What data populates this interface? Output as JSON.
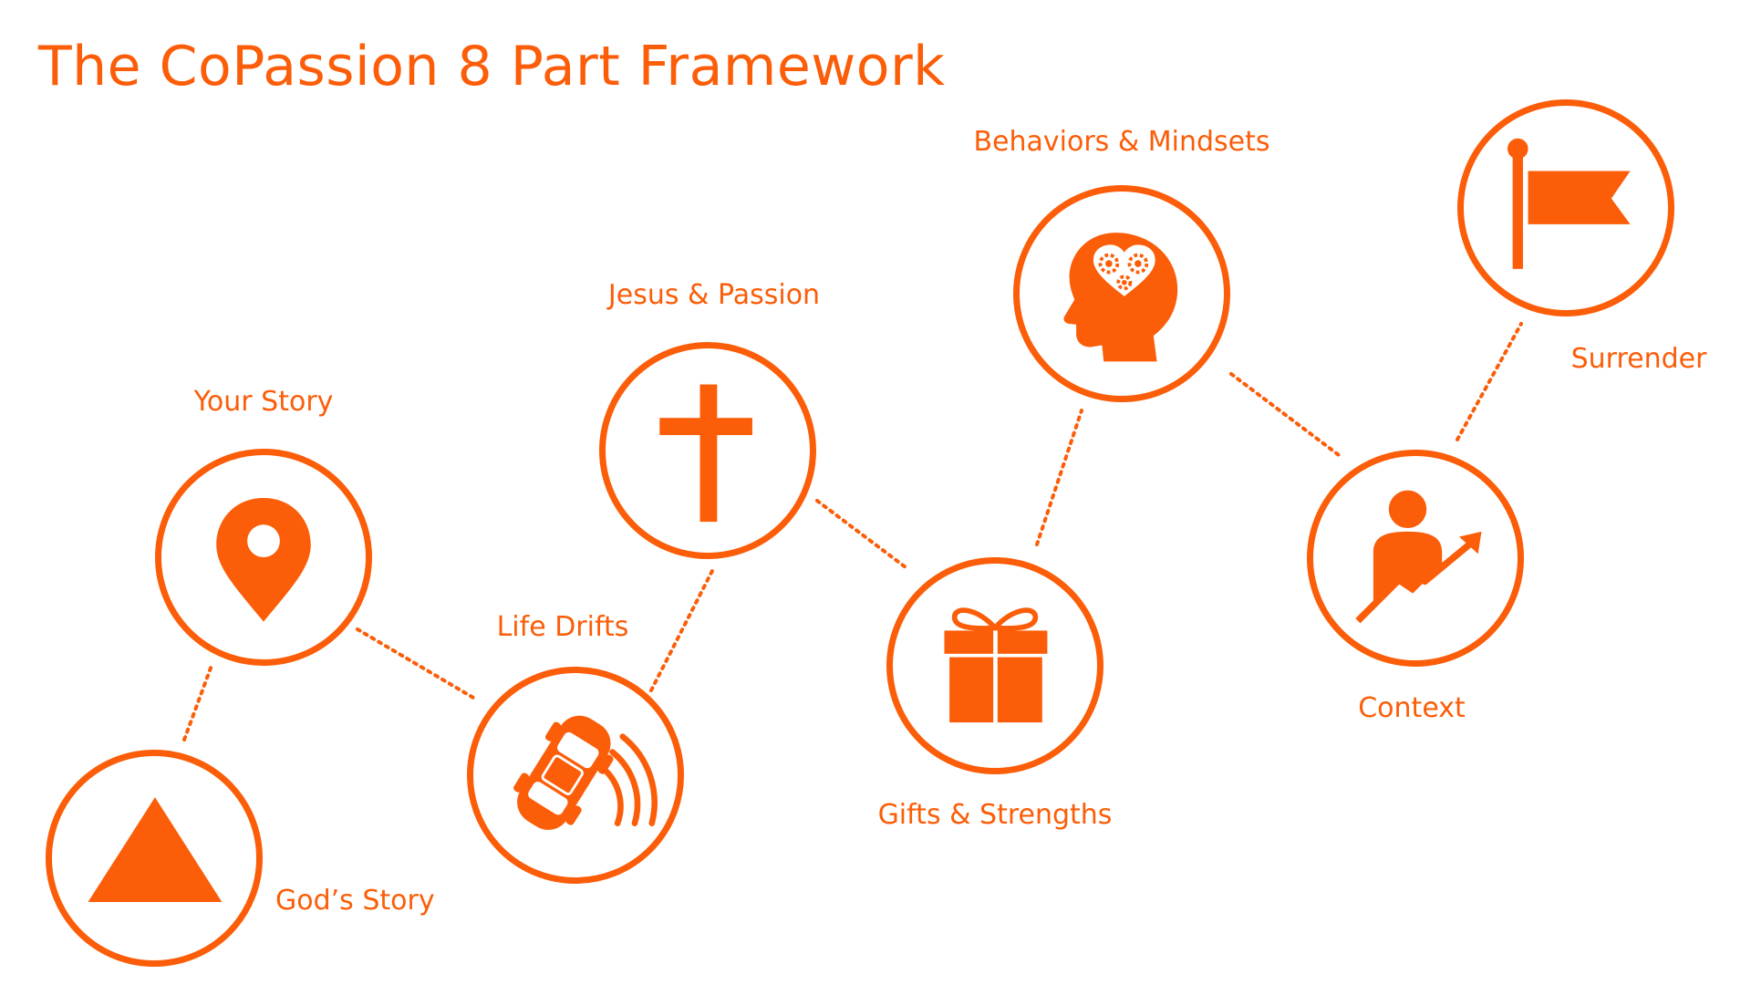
{
  "title": "The CoPassion 8 Part Framework",
  "accent_color": "#fb5d08",
  "steps": [
    {
      "label": "God’s Story",
      "icon": "triangle-icon"
    },
    {
      "label": "Your Story",
      "icon": "location-pin-icon"
    },
    {
      "label": "Life Drifts",
      "icon": "drifting-car-icon"
    },
    {
      "label": "Jesus & Passion",
      "icon": "cross-icon"
    },
    {
      "label": "Gifts & Strengths",
      "icon": "gift-icon"
    },
    {
      "label": "Behaviors & Mindsets",
      "icon": "head-heart-gears-icon"
    },
    {
      "label": "Context",
      "icon": "person-growth-arrow-icon"
    },
    {
      "label": "Surrender",
      "icon": "flag-icon"
    }
  ]
}
